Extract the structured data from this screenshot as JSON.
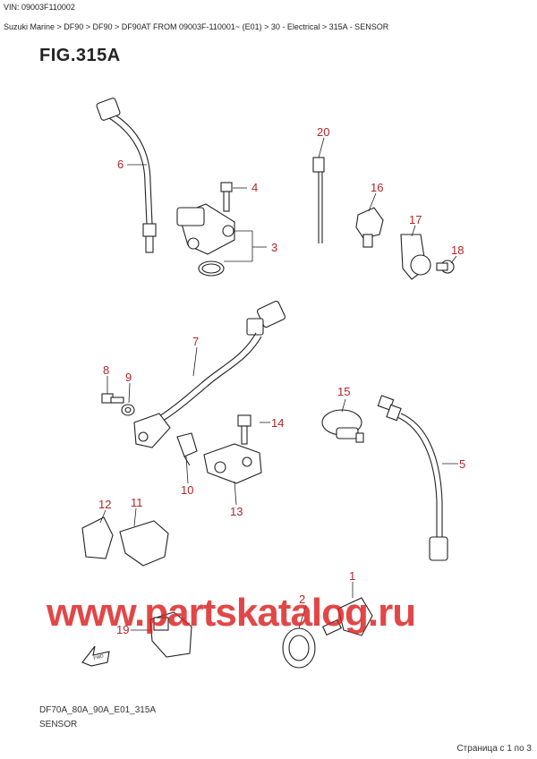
{
  "vin_label": "VIN: 09003F110002",
  "breadcrumb": "Suzuki Marine > DF90 > DF90 > DF90AT FROM 09003F-110001~ (E01) > 30 - Electrical > 315A - SENSOR",
  "figure_title": "FIG.315A",
  "callouts": {
    "c1": "1",
    "c2": "2",
    "c3": "3",
    "c4": "4",
    "c5": "5",
    "c6": "6",
    "c7": "7",
    "c8": "8",
    "c9": "9",
    "c10": "10",
    "c11": "11",
    "c12": "12",
    "c13": "13",
    "c14": "14",
    "c15": "15",
    "c16": "16",
    "c17": "17",
    "c18": "18",
    "c19": "19",
    "c20": "20"
  },
  "watermark": "www.partskatalog.ru",
  "front_marker": "FWD",
  "diagram_code": "DF70A_80A_90A_E01_315A",
  "section_name": "SENSOR",
  "pager": "Страница с 1 по 3",
  "colors": {
    "callout": "#b3262a",
    "watermark": "#dc1e1e",
    "line": "#222222"
  }
}
